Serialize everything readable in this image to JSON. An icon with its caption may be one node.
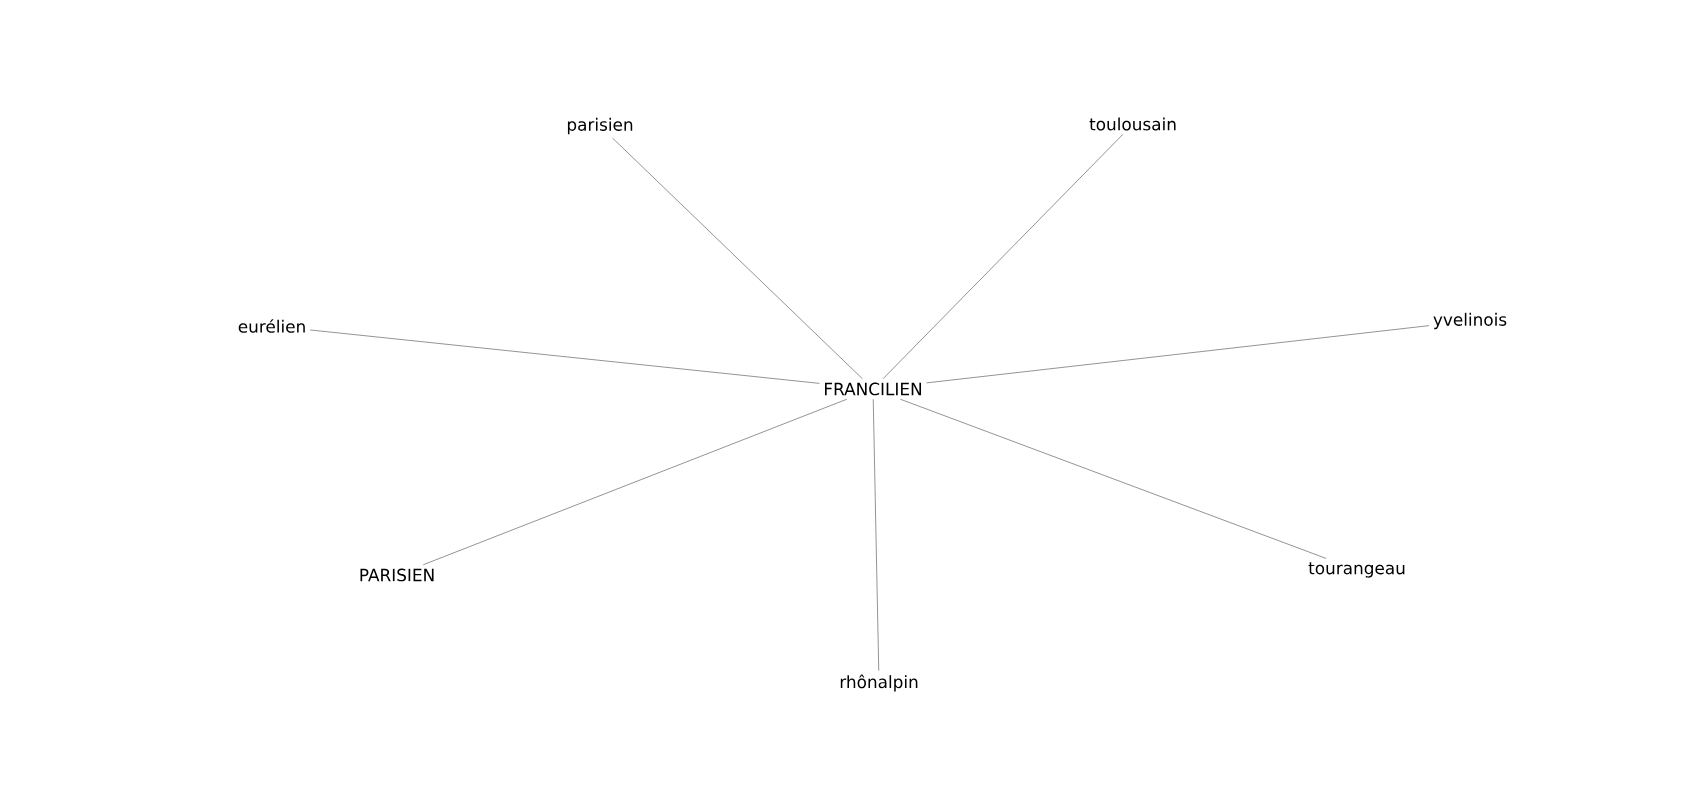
{
  "diagram": {
    "nodes": [
      {
        "text": [
          "parisien"
        ]
      },
      {
        "text": [
          "toulousain"
        ]
      },
      {
        "text": [
          "eurélien"
        ]
      },
      {
        "text": [
          "yvelinois"
        ]
      },
      {
        "text": [
          "FRANCILIEN"
        ]
      },
      {
        "text": [
          "PARISIEN"
        ]
      },
      {
        "text": [
          "tourangeau"
        ]
      },
      {
        "text": [
          "rhônalpin"
        ]
      }
    ],
    "edges": [
      {
        "from": 4,
        "to": 0,
        "arrow": "none"
      },
      {
        "from": 4,
        "to": 1,
        "arrow": "none"
      },
      {
        "from": 4,
        "to": 2,
        "arrow": "none"
      },
      {
        "from": 4,
        "to": 3,
        "arrow": "none"
      },
      {
        "from": 4,
        "to": 5,
        "arrow": "none"
      },
      {
        "from": 4,
        "to": 6,
        "arrow": "none"
      },
      {
        "from": 4,
        "to": 7,
        "arrow": "none"
      }
    ]
  }
}
